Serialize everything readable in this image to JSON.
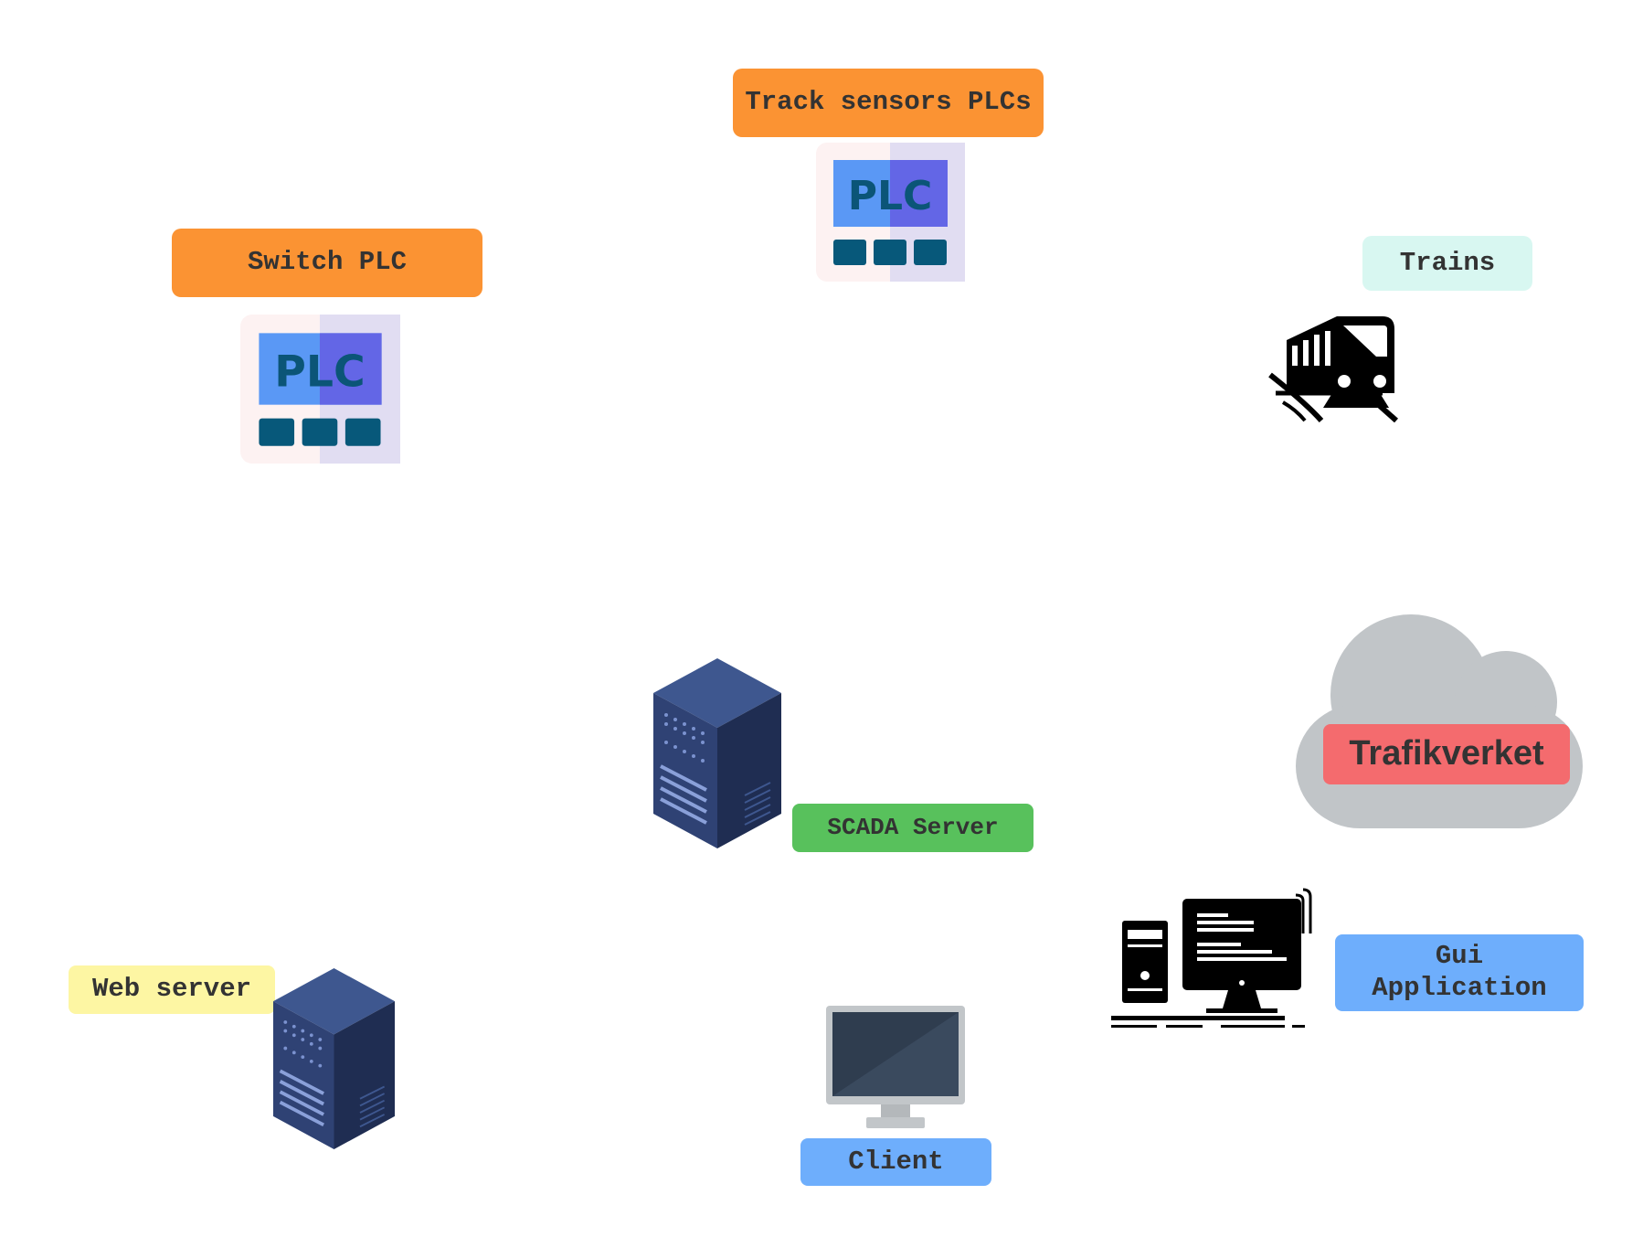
{
  "labels": {
    "track_sensors": "Track sensors PLCs",
    "switch_plc": "Switch PLC",
    "trains": "Trains",
    "trafikverket": "Trafikverket",
    "scada_server": "SCADA Server",
    "gui_application": "Gui Application",
    "web_server": "Web server",
    "client": "Client"
  },
  "plc_icon": {
    "text": "PLC"
  },
  "icons": {
    "plc": "plc-icon",
    "train": "train-icon",
    "cloud": "cloud-icon",
    "server": "server-icon",
    "workstation": "workstation-icon",
    "monitor": "monitor-icon"
  },
  "colors": {
    "orange_label": "#fb9333",
    "trains_label": "#d8f7f1",
    "trafikverket_label": "#f46b6e",
    "scada_label": "#58c15c",
    "blue_label": "#6eaefc",
    "web_label": "#fdf6a3",
    "cloud": "#c1c5c8",
    "server_blue": "#2f4274"
  }
}
